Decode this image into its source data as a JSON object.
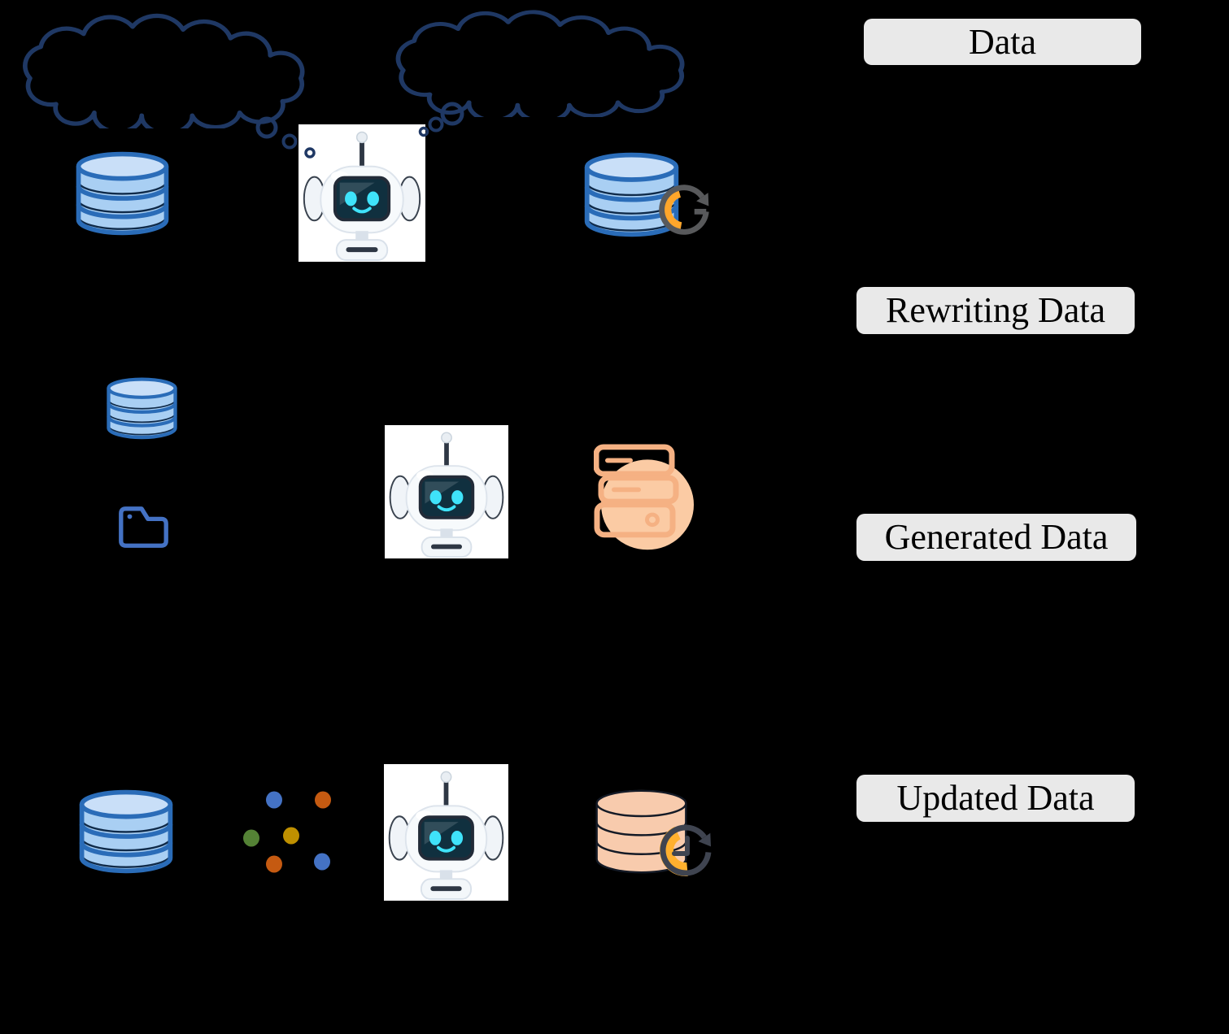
{
  "diagram_title": "",
  "labels": {
    "data": "Data",
    "rewriting": "Rewriting Data",
    "generated": "Generated Data",
    "updated": "Updated Data"
  },
  "colors": {
    "background": "#000000",
    "cloud_outline": "#1F3864",
    "db_blue_stroke": "#2A6CB8",
    "db_blue_fill": "#A9CFF3",
    "db_blue_top": "#C9DFF8",
    "db_orange_fill": "#F8CBAD",
    "db_orange_stroke": "#141A26",
    "folder_stroke": "#4472C4",
    "server_stroke": "#F5B183",
    "server_circle_fill": "#FBCBA4",
    "refresh_arrow_gray": "#58595B",
    "refresh_crescent_orange": "#FFA62B",
    "clock_arrow_gray": "#3F4450",
    "clock_crescent_orange": "#FFB02E",
    "label_background": "#E9E9E9",
    "label_text": "#000000",
    "scatter_dots": [
      "#4472C4",
      "#C55A11",
      "#548235",
      "#BF9000",
      "#C55A11",
      "#4472C4"
    ]
  },
  "icons": [
    {
      "name": "thought-cloud-left"
    },
    {
      "name": "thought-cloud-right"
    },
    {
      "name": "database-blue-source-icon"
    },
    {
      "name": "robot-assistant-icon-top"
    },
    {
      "name": "database-refresh-icon"
    },
    {
      "name": "database-blue-small-icon"
    },
    {
      "name": "folder-icon"
    },
    {
      "name": "robot-assistant-icon-middle"
    },
    {
      "name": "server-generated-icon"
    },
    {
      "name": "database-blue-bottom-icon"
    },
    {
      "name": "scatter-dots-icon"
    },
    {
      "name": "robot-assistant-icon-bottom"
    },
    {
      "name": "database-orange-history-icon"
    },
    {
      "name": "history-clock-icon"
    }
  ]
}
